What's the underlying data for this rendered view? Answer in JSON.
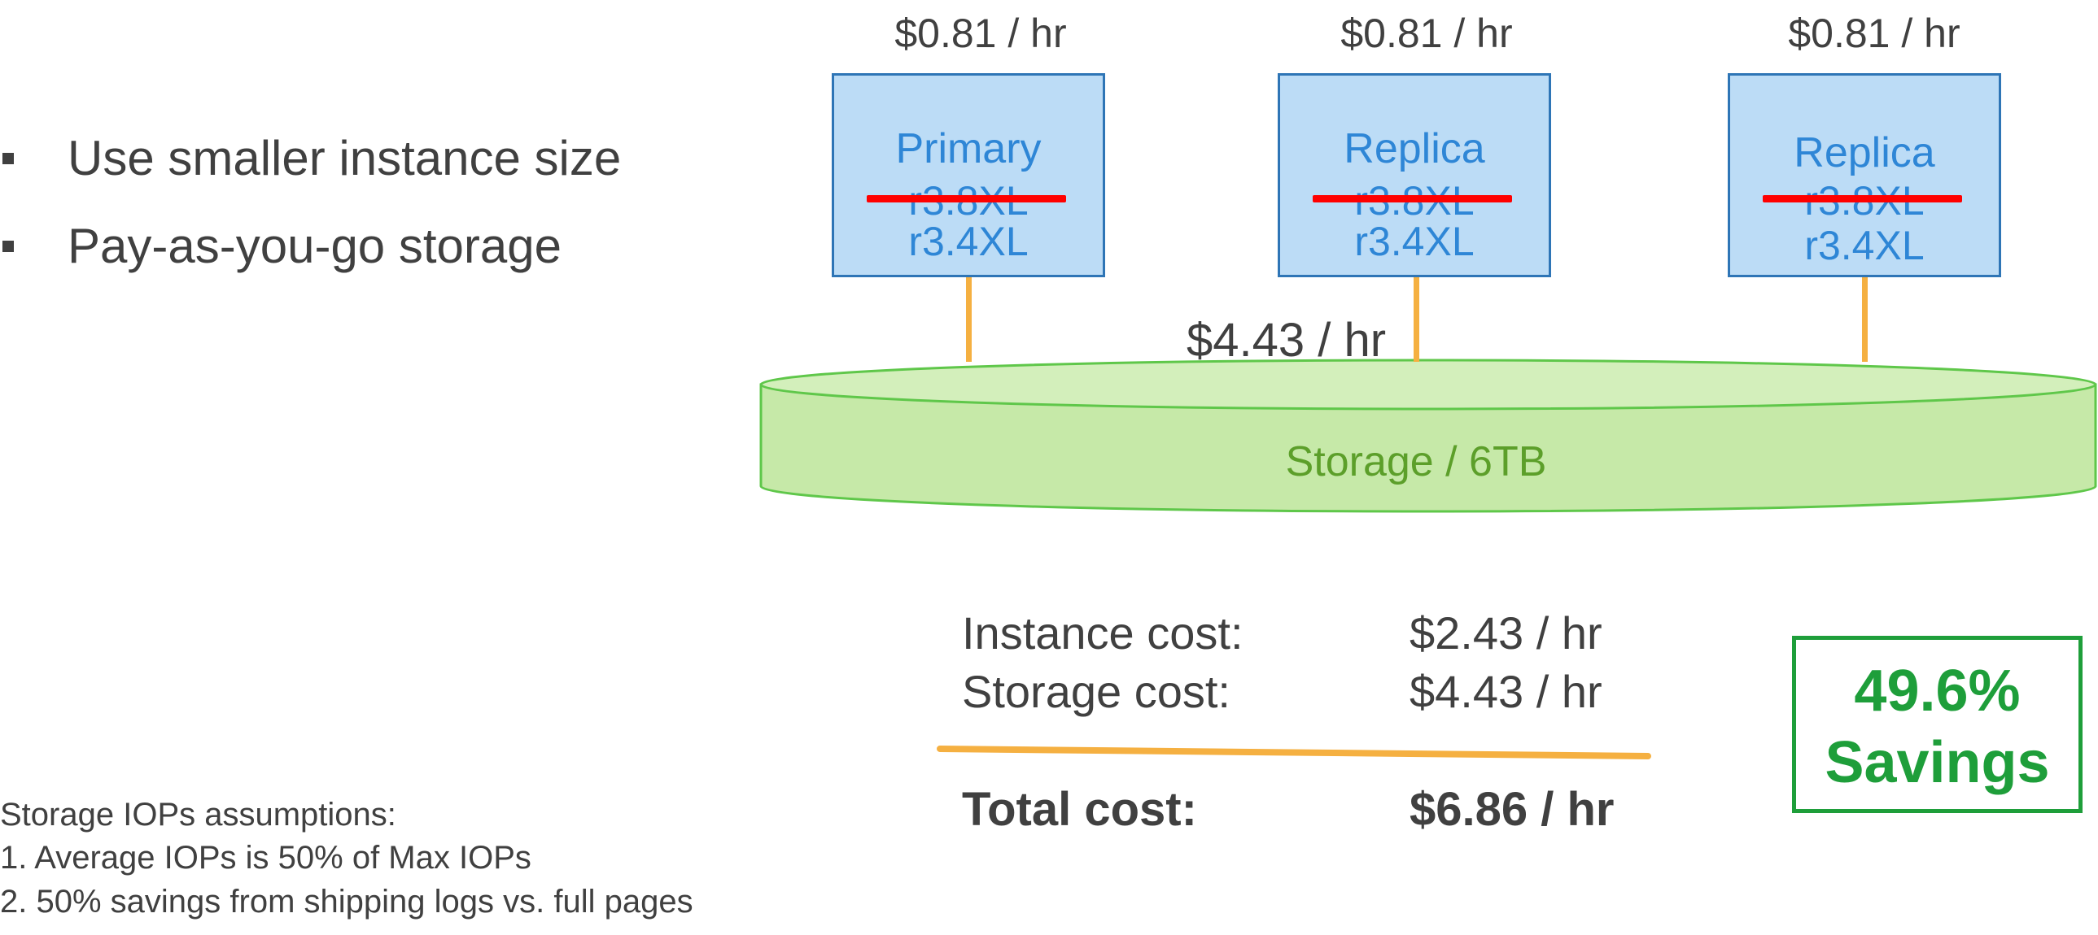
{
  "bullets": [
    {
      "text": "Use smaller instance size"
    },
    {
      "text": "Pay-as-you-go storage"
    }
  ],
  "instances": [
    {
      "price": "$0.81 / hr",
      "role": "Primary",
      "old_type": "r3.8XL",
      "new_type": "r3.4XL"
    },
    {
      "price": "$0.81 / hr",
      "role": "Replica",
      "old_type": "r3.8XL",
      "new_type": "r3.4XL"
    },
    {
      "price": "$0.81 / hr",
      "role": "Replica",
      "old_type": "r3.8XL",
      "new_type": "r3.4XL"
    }
  ],
  "storage": {
    "price": "$4.43 / hr",
    "label": "Storage / 6TB"
  },
  "costs": {
    "instance_label": "Instance cost:",
    "instance_value": "$2.43 / hr",
    "storage_label": "Storage cost:",
    "storage_value": "$4.43 / hr",
    "total_label": "Total cost:",
    "total_value": "$6.86 / hr"
  },
  "savings": {
    "percent": "49.6%",
    "label": "Savings"
  },
  "notes": {
    "heading": "Storage IOPs assumptions:",
    "items": [
      "1.  Average IOPs is 50% of Max IOPs",
      "2.  50% savings from shipping logs vs. full pages"
    ]
  },
  "colors": {
    "instance_fill": "#bcdcf6",
    "instance_border": "#2e75b6",
    "instance_text": "#2e86d6",
    "strike": "#ff0000",
    "storage_fill": "#c6e9a8",
    "storage_border": "#5fc74a",
    "storage_text": "#5c9f2a",
    "connector": "#f5b041",
    "savings": "#1e9e3a",
    "text": "#404040"
  }
}
